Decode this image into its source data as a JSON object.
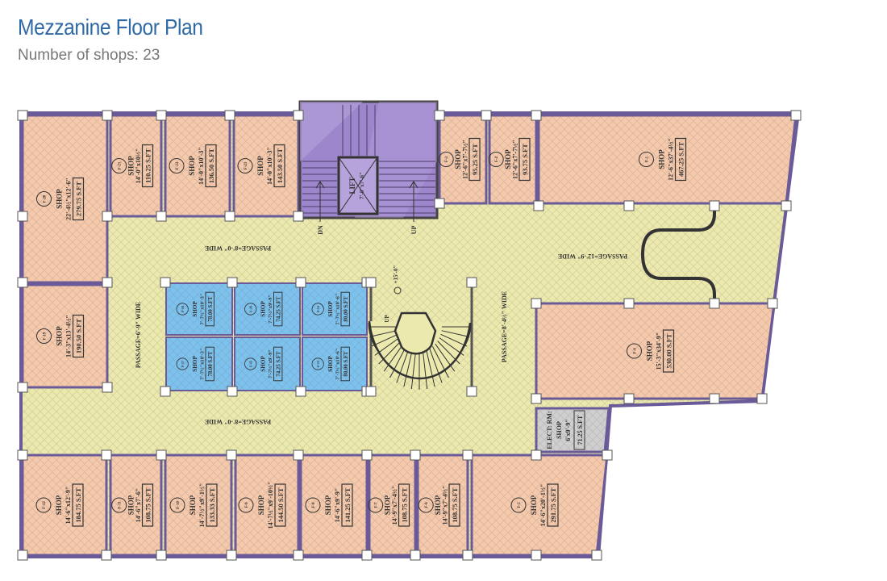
{
  "header": {
    "title": "Mezzanine Floor Plan",
    "subtitle": "Number of shops: 23"
  },
  "colors": {
    "title": "#2f6aa6",
    "shop": "#f5c9ac",
    "passage": "#ebe9ae",
    "kiosk": "#7cc2ef",
    "stair": "#9d86cb",
    "elect": "#cfcfcf"
  },
  "shops": [
    {
      "id": "F-20",
      "type": "SHOP",
      "dims": "22'-4½\"x12'-6\"",
      "area": "279.75 S.FT"
    },
    {
      "id": "F-21",
      "type": "SHOP",
      "dims": "14'-0\"x10½\"",
      "area": "110.25 S.FT"
    },
    {
      "id": "F-22",
      "type": "SHOP",
      "dims": "14'-0\"x10'-3\"",
      "area": "136.50 S.FT"
    },
    {
      "id": "F-23",
      "type": "SHOP",
      "dims": "14'-0\"x10'-3\"",
      "area": "143.50 S.FT"
    },
    {
      "id": "F-3",
      "type": "SHOP",
      "dims": "12'-6\"x7'-7½\"",
      "area": "95.25 S.FT"
    },
    {
      "id": "F-2",
      "type": "SHOP",
      "dims": "12'-6\"x7'-7½\"",
      "area": "93.75 S.FT"
    },
    {
      "id": "F-1",
      "type": "SHOP",
      "dims": "12'-6\"x37'-4½\"",
      "area": "467.25 S.FT"
    },
    {
      "id": "F-19",
      "type": "SHOP",
      "dims": "14'-3\"x13'-4½\"",
      "area": "190.50 S.FT"
    },
    {
      "id": "F-18",
      "type": "SHOP",
      "dims": "7'-7½\"x10'-3\"",
      "area": "78.00 S.FT"
    },
    {
      "id": "F-16",
      "type": "SHOP",
      "dims": "7'-7½\"x9'-9\"",
      "area": "74.25 S.FT"
    },
    {
      "id": "F-14",
      "type": "SHOP",
      "dims": "7'-7½\"x10'-6\"",
      "area": "80.00 S.FT"
    },
    {
      "id": "F-17",
      "type": "SHOP",
      "dims": "7'-7½\"x10'-3\"",
      "area": "78.00 S.FT"
    },
    {
      "id": "F-15",
      "type": "SHOP",
      "dims": "7'-7½\"x9'-9\"",
      "area": "74.25 S.FT"
    },
    {
      "id": "F-13",
      "type": "SHOP",
      "dims": "7'-7½\"x10'-6\"",
      "area": "80.00 S.FT"
    },
    {
      "id": "F-4",
      "type": "SHOP",
      "dims": "15'-3\"x34'-9\"",
      "area": "530.00 S.FT"
    },
    {
      "id": "F-12",
      "type": "SHOP",
      "dims": "14'-6\"x12'-9\"",
      "area": "184.75 S.FT"
    },
    {
      "id": "F-11",
      "type": "SHOP",
      "dims": "14'-6\"x7'-6\"",
      "area": "108.75 S.FT"
    },
    {
      "id": "F-10",
      "type": "SHOP",
      "dims": "14'-7½\"x9'-1½\"",
      "area": "133.33 S.FT"
    },
    {
      "id": "F-9",
      "type": "SHOP",
      "dims": "14'-7½\"x9'-10½\"",
      "area": "144.50 S.FT"
    },
    {
      "id": "F-8",
      "type": "SHOP",
      "dims": "14'-6\"x9'-9\"",
      "area": "141.25 S.FT"
    },
    {
      "id": "F-7",
      "type": "SHOP",
      "dims": "14'-9\"x7'-4½\"",
      "area": "108.75 S.FT"
    },
    {
      "id": "F-6",
      "type": "SHOP",
      "dims": "14'-9\"x7'-4½\"",
      "area": "108.75 S.FT"
    },
    {
      "id": "F-5",
      "type": "SHOP",
      "dims": "14'-6\"x20'-1½\"",
      "area": "291.75 S.FT"
    }
  ],
  "elect_room": {
    "label": "ELECT: RM:",
    "type": "SHOP",
    "dims": "6'x9'-9\"",
    "area": "71.25 S.FT"
  },
  "passages": {
    "top": "PASSAGE=8'-0\" WIDE",
    "bottom": "PASSAGE=8'-0\" WIDE",
    "left": "PASSAGE=6'-9\" WIDE",
    "center": "PASSAGE=8'-4½\" WIDE",
    "right": "PASSAGE=12'-9\" WIDE"
  },
  "stair": {
    "lift": "LIFT",
    "lift_dims": "7'-0\"x7'-6\"",
    "down": "DN",
    "up": "UP",
    "spiral_up": "UP",
    "level": "+15'-0\""
  }
}
